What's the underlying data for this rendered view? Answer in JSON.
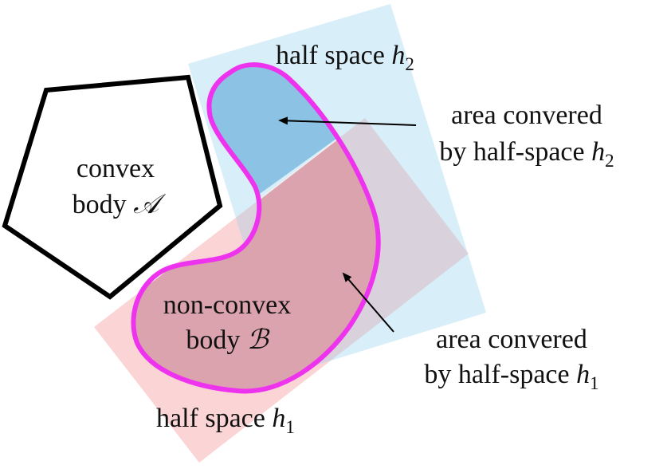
{
  "diagram": {
    "convex_body": {
      "line1": "convex",
      "line2": "body ",
      "symbol": "𝒜"
    },
    "nonconvex_body": {
      "line1": "non-convex",
      "line2": "body ",
      "symbol": "ℬ"
    },
    "half_space_2_label": {
      "text": "half space ",
      "var": "h",
      "sub": "2"
    },
    "half_space_1_label": {
      "text": "half space ",
      "var": "h",
      "sub": "1"
    },
    "area_h2_label": {
      "line1": "area convered",
      "line2": "by half-space ",
      "var": "h",
      "sub": "2"
    },
    "area_h1_label": {
      "line1": "area convered",
      "line2": "by half-space ",
      "var": "h",
      "sub": "1"
    }
  },
  "colors": {
    "half_space_1": "#fbd5d5",
    "half_space_2": "#d8eef8",
    "overlap": "#d9d2dc",
    "covered_h2": "#8cc3e4",
    "covered_h1": "#dba3ae",
    "body_outline": "#ee33ee",
    "convex_outline": "#000000"
  }
}
